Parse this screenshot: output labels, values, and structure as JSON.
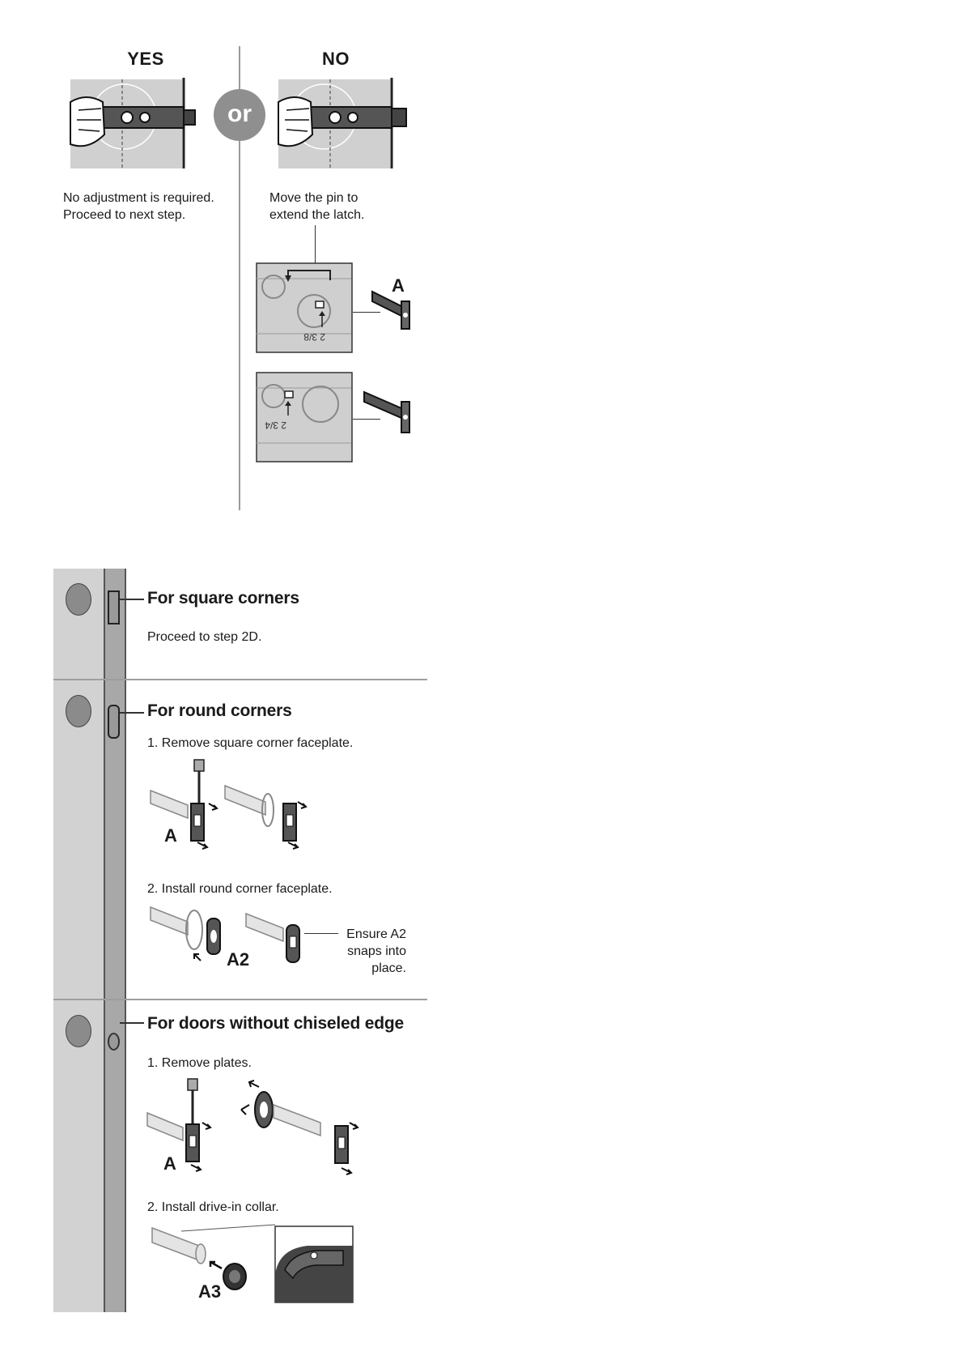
{
  "top": {
    "yes_header": "YES",
    "no_header": "NO",
    "or_label": "or",
    "yes_text_line1": "No adjustment is required.",
    "yes_text_line2": "Proceed to next step.",
    "no_text_line1": "Move the pin to",
    "no_text_line2": "extend the latch.",
    "label_a": "A",
    "marking_1": "2 3/8",
    "marking_2": "2 3/4"
  },
  "sections": {
    "square": {
      "title": "For square corners",
      "text": "Proceed to step 2D."
    },
    "round": {
      "title": "For round corners",
      "step1": "1.  Remove square corner faceplate.",
      "label_a": "A",
      "step2": "2. Install round corner faceplate.",
      "label_a2": "A2",
      "note_line1": "Ensure A2",
      "note_line2": "snaps into",
      "note_line3": "place."
    },
    "nochisel": {
      "title": "For doors without chiseled edge",
      "step1": "1.  Remove plates.",
      "label_a": "A",
      "step2": "2. Install drive-in collar.",
      "label_a3": "A3"
    }
  }
}
